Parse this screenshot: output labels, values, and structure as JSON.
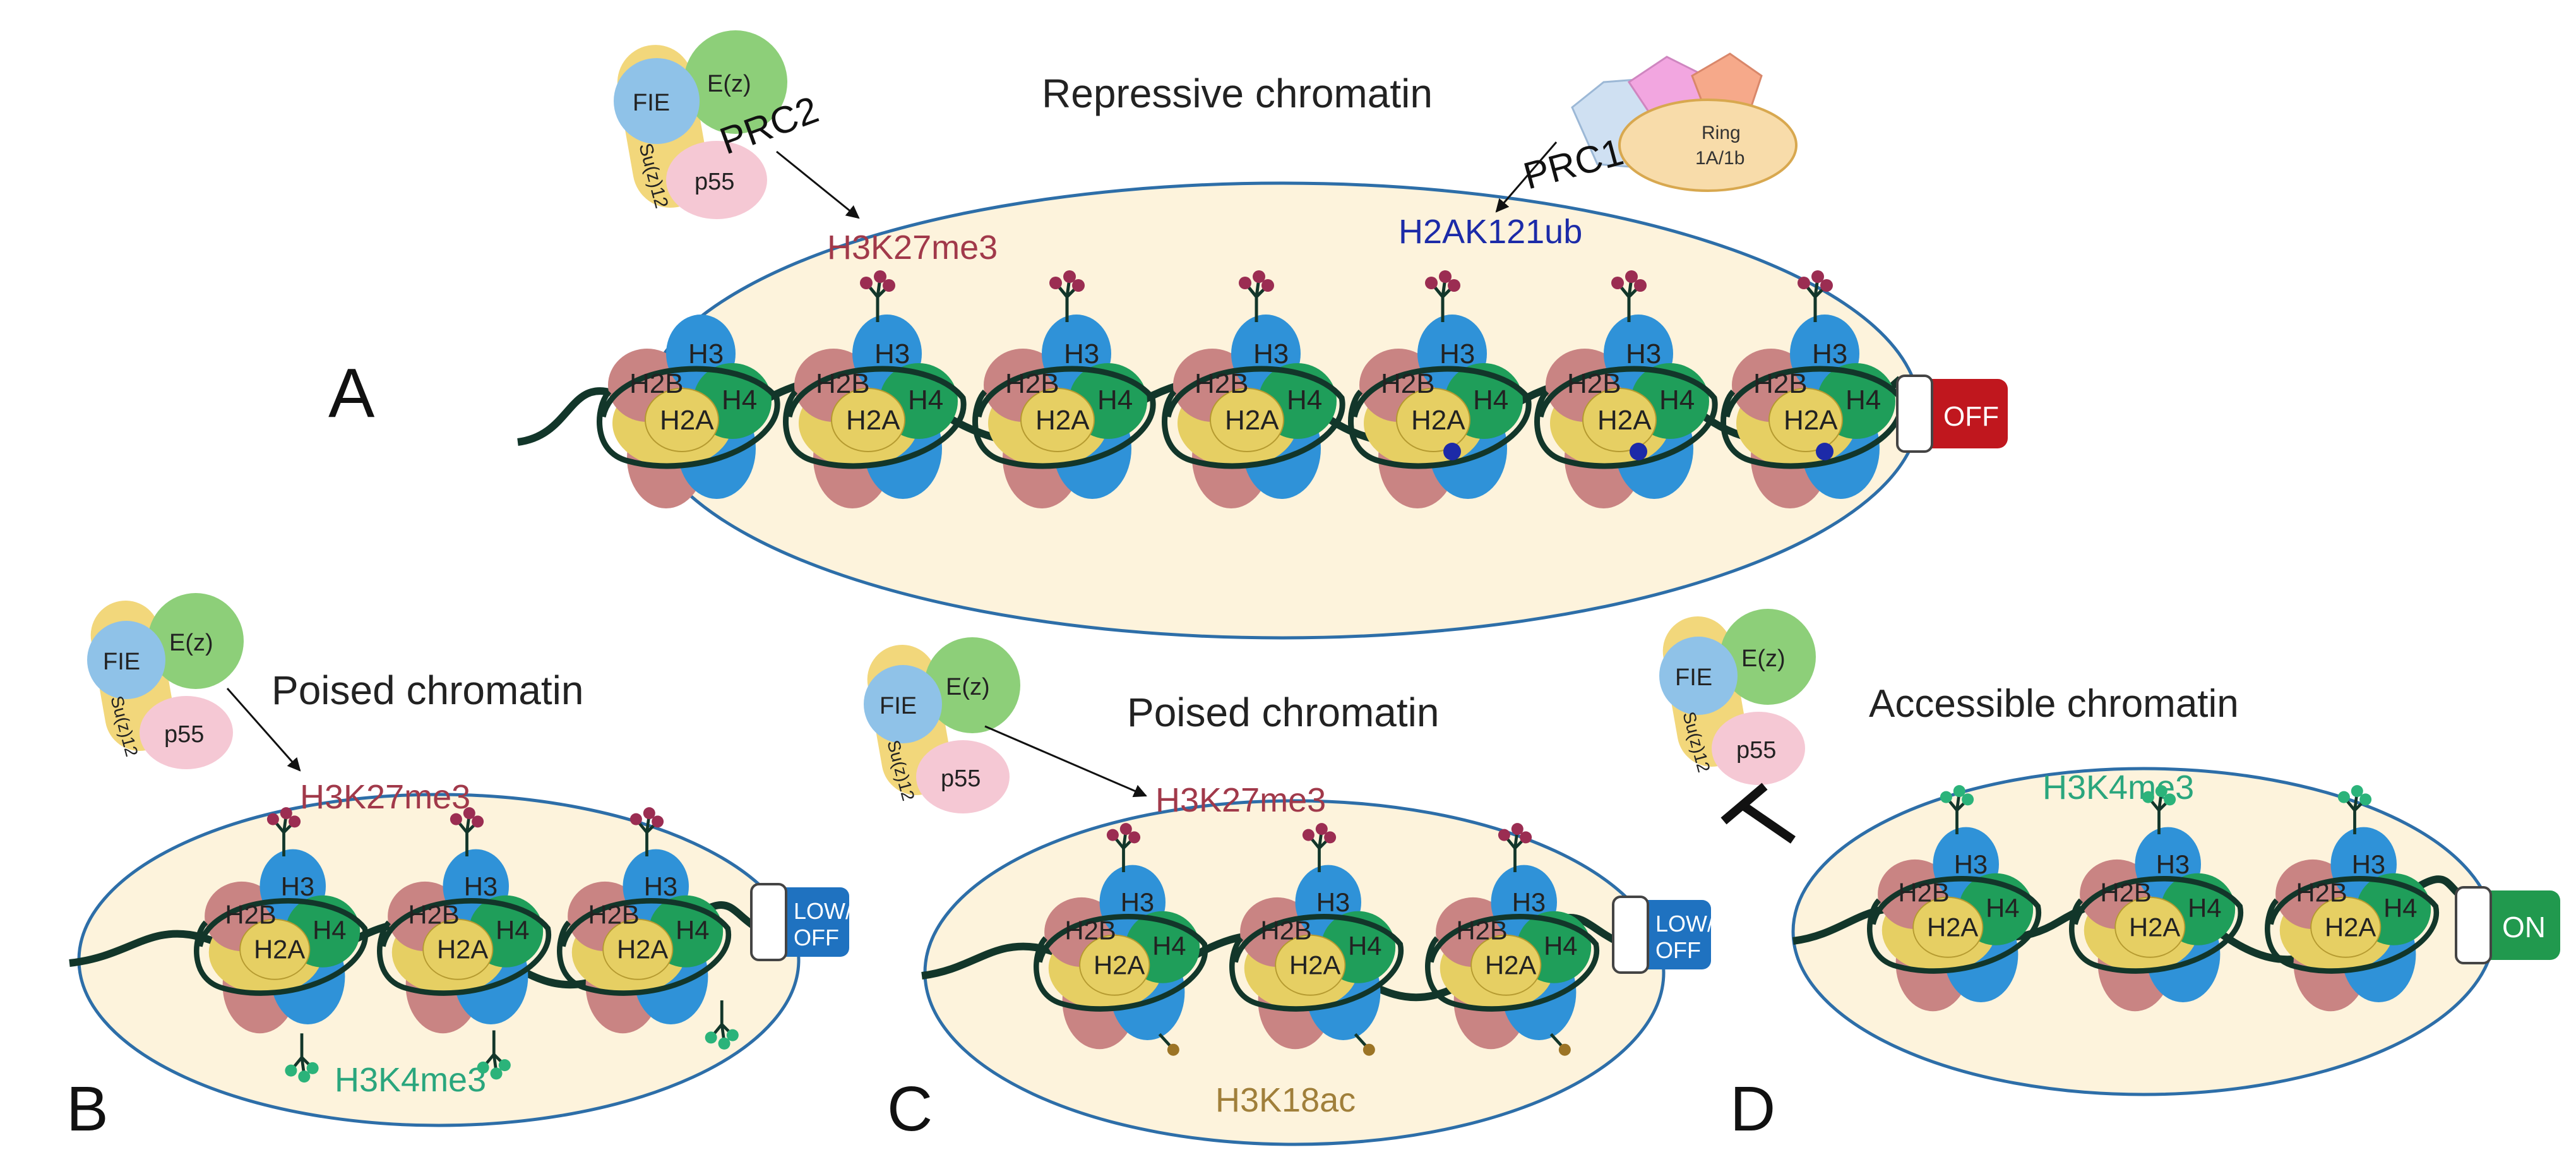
{
  "panels": {
    "a": {
      "letter": "A",
      "title": "Repressive chromatin",
      "mark_top": "H3K27me3",
      "mark_top2": "H2AK121ub",
      "complex_prc2_label": "PRC2",
      "complex_prc1_label": "PRC1",
      "ring_label": [
        "Ring",
        "1A/1b"
      ],
      "switch": "OFF"
    },
    "b": {
      "letter": "B",
      "title": "Poised chromatin",
      "mark_top": "H3K27me3",
      "mark_bottom": "H3K4me3",
      "switch": [
        "LOW/",
        "OFF"
      ]
    },
    "c": {
      "letter": "C",
      "title": "Poised chromatin",
      "mark_top": "H3K27me3",
      "mark_bottom": "H3K18ac",
      "switch": [
        "LOW/",
        "OFF"
      ]
    },
    "d": {
      "letter": "D",
      "title": "Accessible chromatin",
      "mark_top": "H3K4me3",
      "switch": "ON"
    }
  },
  "prc_subunits": {
    "fie": "FIE",
    "ez": "E(z)",
    "p55": "p55",
    "suz": "Su(z)12"
  },
  "histones": {
    "h3": "H3",
    "h4": "H4",
    "h2a": "H2A",
    "h2b": "H2B"
  },
  "colors": {
    "h3": "#2f92d8",
    "h4": "#1f9e5a",
    "h2a": "#e6cf63",
    "h2b": "#c98483",
    "fie": "#8fc2e8",
    "ez": "#8dcf79",
    "p55": "#f5c8d4",
    "suz": "#f2d77b",
    "chromatin_fill": "#fdf3dc",
    "chromatin_border": "#2d6ea8",
    "off": "#c0171e",
    "low": "#1f72c0",
    "on": "#21994e",
    "me3_dot": "#9b2d52",
    "me3_green": "#2bb37a",
    "ac_dot": "#9c7425",
    "ub_dot": "#1c2aa8",
    "dna": "#12362a",
    "k27_text": "#a1394a",
    "ub_text": "#1c2ba8",
    "k4_text": "#2aa67d",
    "ac_text": "#a07f3a"
  }
}
